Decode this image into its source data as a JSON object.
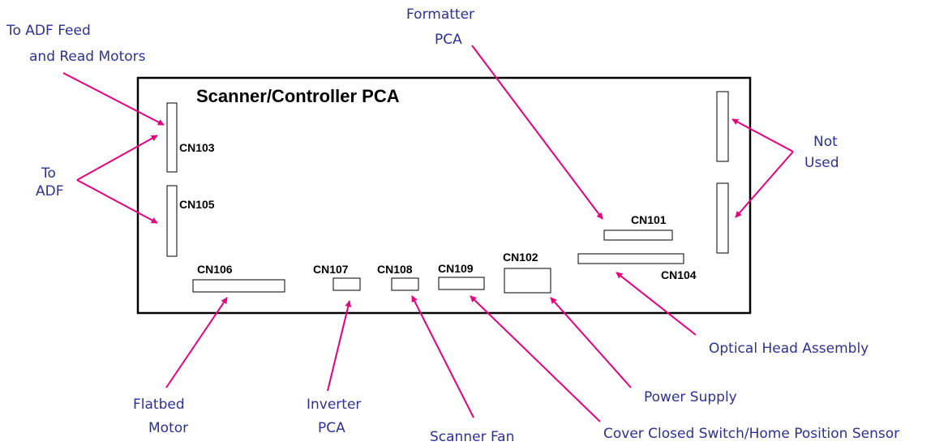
{
  "board": {
    "title": "Scanner/Controller PCA"
  },
  "connectors": {
    "cn101": "CN101",
    "cn102": "CN102",
    "cn103": "CN103",
    "cn104": "CN104",
    "cn105": "CN105",
    "cn106": "CN106",
    "cn107": "CN107",
    "cn108": "CN108",
    "cn109": "CN109"
  },
  "callouts": {
    "adf_motors": [
      "To ADF Feed",
      "and Read Motors"
    ],
    "adf": [
      "To",
      "ADF"
    ],
    "formatter": [
      "Formatter",
      "PCA"
    ],
    "not_used": [
      "Not",
      "Used"
    ],
    "optical_head": "Optical Head Assembly",
    "power_supply": "Power Supply",
    "cover_switch": "Cover Closed Switch/Home Position Sensor",
    "scanner_fan": "Scanner Fan",
    "inverter": [
      "Inverter",
      "PCA"
    ],
    "flatbed": [
      "Flatbed",
      "Motor"
    ]
  },
  "colors": {
    "callout_text": "#2e3192",
    "arrow": "#e6007e",
    "outline": "#000000"
  }
}
